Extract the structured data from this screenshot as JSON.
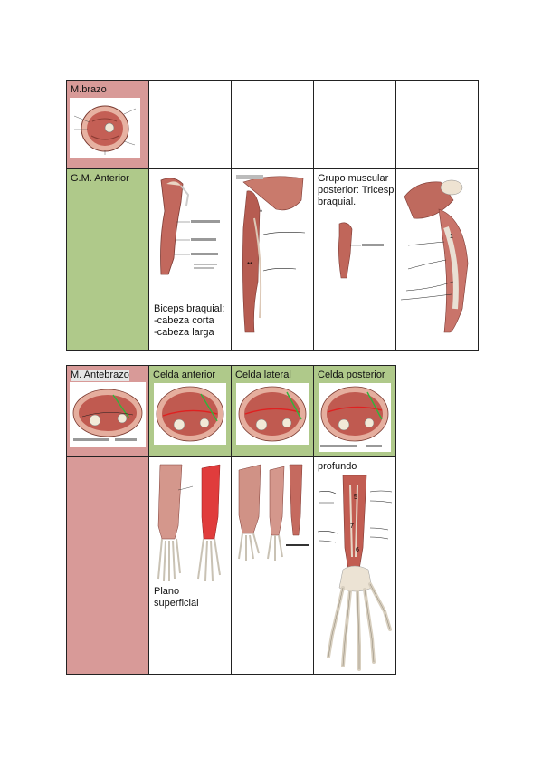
{
  "arm_table": {
    "header_label": "M.brazo",
    "anterior_label": "G.M. Anterior",
    "biceps_caption": [
      "Biceps braquial:",
      "-cabeza corta",
      "-cabeza larga"
    ],
    "posterior_caption": [
      "Grupo muscular",
      "posterior: Tricesp",
      "braquial."
    ]
  },
  "forearm_table": {
    "header_label": "M. Antebrazo",
    "columns": [
      "Celda anterior",
      "Celda lateral",
      "Celda posterior"
    ],
    "superficial_caption": [
      "Plano",
      "superficial"
    ],
    "deep_caption": "profundo"
  },
  "colors": {
    "pink": "#d89a98",
    "green": "#afc98a",
    "muscle": "#b9635a"
  }
}
